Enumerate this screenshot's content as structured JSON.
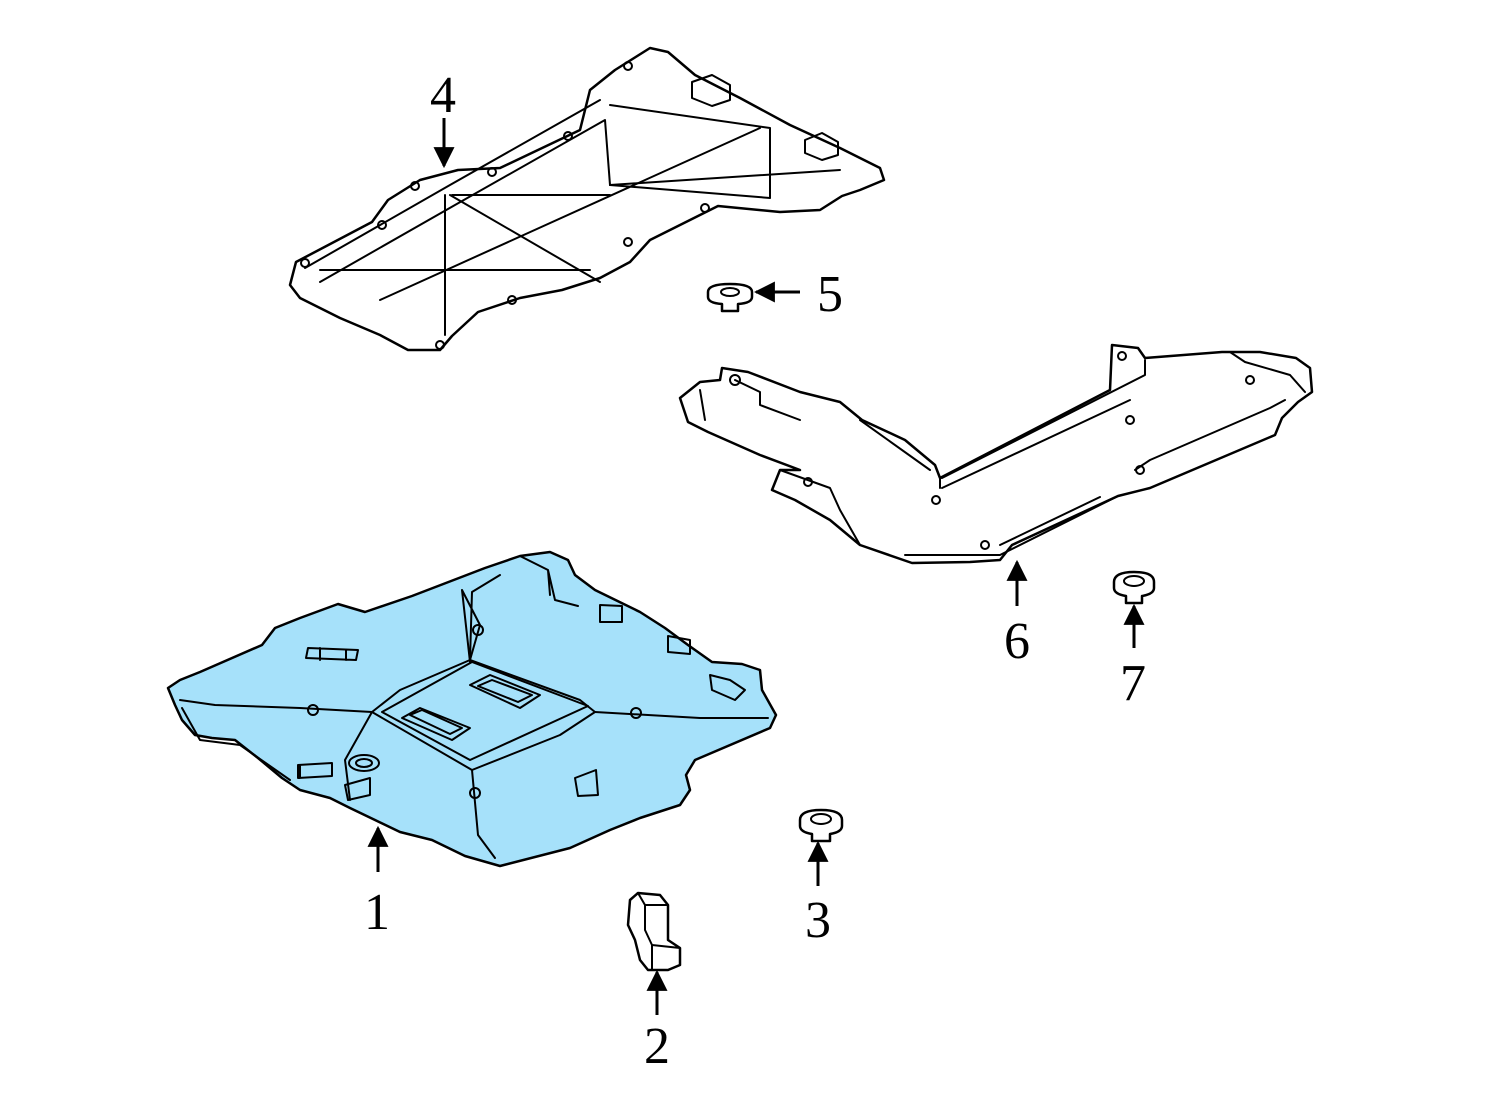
{
  "colors": {
    "highlight": "#a6e1fa",
    "outline": "#000000",
    "background": "#ffffff"
  },
  "callouts": [
    {
      "id": "1",
      "label": "1"
    },
    {
      "id": "2",
      "label": "2"
    },
    {
      "id": "3",
      "label": "3"
    },
    {
      "id": "4",
      "label": "4"
    },
    {
      "id": "5",
      "label": "5"
    },
    {
      "id": "6",
      "label": "6"
    },
    {
      "id": "7",
      "label": "7"
    }
  ]
}
